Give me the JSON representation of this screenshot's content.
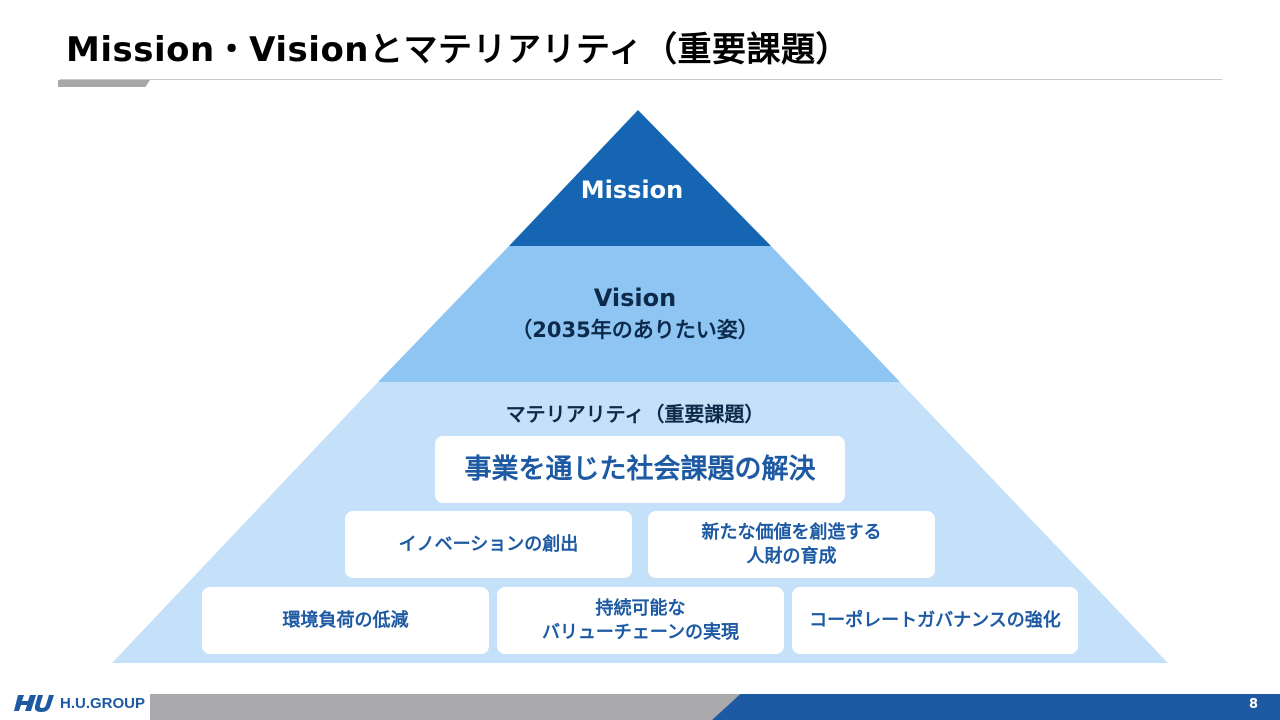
{
  "page": {
    "title": "Mission・Visionとマテリアリティ（重要課題）",
    "page_number": "8"
  },
  "pyramid": {
    "mission": "Mission",
    "vision": {
      "title": "Vision",
      "subtitle": "（2035年のありたい姿）"
    },
    "materiality": {
      "heading": "マテリアリティ（重要課題）",
      "main": "事業を通じた社会課題の解決",
      "row1": [
        {
          "line1": "イノベーションの創出",
          "line2": ""
        },
        {
          "line1": "新たな価値を創造する",
          "line2": "人財の育成"
        }
      ],
      "row2": [
        {
          "line1": "環境負荷の低減",
          "line2": ""
        },
        {
          "line1": "持続可能な",
          "line2": "バリューチェーンの実現"
        },
        {
          "line1": "コーポレートガバナンスの強化",
          "line2": ""
        }
      ]
    },
    "colors": {
      "mission": "#1565b3",
      "vision": "#8ec5f3",
      "materiality": "#c5e1f9",
      "box_text": "#1d5aa3"
    }
  },
  "footer": {
    "logo_text": "H.U.GROUP",
    "logo_icon": "hu-logo-icon"
  }
}
